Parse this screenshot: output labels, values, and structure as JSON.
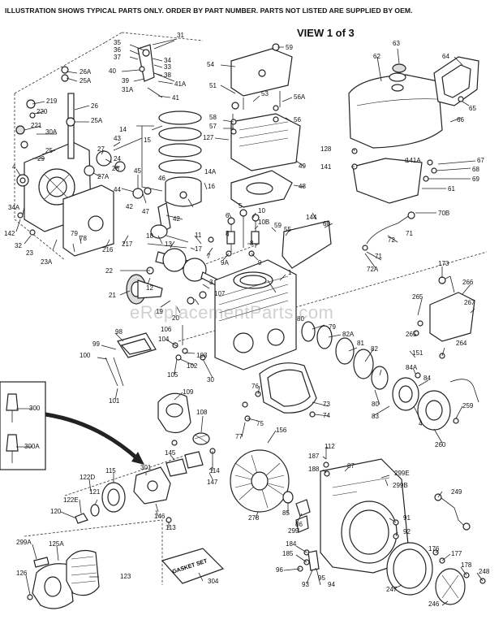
{
  "header": {
    "note": "ILLUSTRATION SHOWS TYPICAL PARTS ONLY. ORDER BY PART NUMBER. PARTS NOT LISTED ARE SUPPLIED BY OEM.",
    "view": "VIEW 1 of 3"
  },
  "watermark": "eReplacementParts.com",
  "gasket_set_label": "GASKET SET",
  "callouts": [
    {
      "id": "c31",
      "text": "31"
    },
    {
      "id": "c35",
      "text": "35"
    },
    {
      "id": "c36",
      "text": "36"
    },
    {
      "id": "c37",
      "text": "37"
    },
    {
      "id": "c34",
      "text": "34"
    },
    {
      "id": "c33",
      "text": "33"
    },
    {
      "id": "c40",
      "text": "40"
    },
    {
      "id": "c38",
      "text": "38"
    },
    {
      "id": "c39",
      "text": "39"
    },
    {
      "id": "c41A",
      "text": "41A"
    },
    {
      "id": "c31A",
      "text": "31A"
    },
    {
      "id": "c41",
      "text": "41"
    },
    {
      "id": "c26A",
      "text": "26A"
    },
    {
      "id": "c25A",
      "text": "25A"
    },
    {
      "id": "c219",
      "text": "219"
    },
    {
      "id": "c220",
      "text": "220"
    },
    {
      "id": "c26",
      "text": "26"
    },
    {
      "id": "c25Ab",
      "text": "25A"
    },
    {
      "id": "c221",
      "text": "221"
    },
    {
      "id": "c30A",
      "text": "30A"
    },
    {
      "id": "c25",
      "text": "25"
    },
    {
      "id": "c29",
      "text": "29"
    },
    {
      "id": "c27",
      "text": "27"
    },
    {
      "id": "c43",
      "text": "43"
    },
    {
      "id": "c24",
      "text": "24"
    },
    {
      "id": "c28",
      "text": "28"
    },
    {
      "id": "c27A",
      "text": "27A"
    },
    {
      "id": "c4",
      "text": "4"
    },
    {
      "id": "c45",
      "text": "45"
    },
    {
      "id": "c44",
      "text": "44"
    },
    {
      "id": "c46",
      "text": "46"
    },
    {
      "id": "c47",
      "text": "47"
    },
    {
      "id": "c42",
      "text": "42"
    },
    {
      "id": "c34A",
      "text": "34A"
    },
    {
      "id": "c142",
      "text": "142"
    },
    {
      "id": "c32",
      "text": "32"
    },
    {
      "id": "c23",
      "text": "23"
    },
    {
      "id": "c79",
      "text": "79"
    },
    {
      "id": "c78",
      "text": "78"
    },
    {
      "id": "c23A",
      "text": "23A"
    },
    {
      "id": "c216",
      "text": "216"
    },
    {
      "id": "c217",
      "text": "217"
    },
    {
      "id": "c14",
      "text": "14"
    },
    {
      "id": "c15",
      "text": "15"
    },
    {
      "id": "c14A",
      "text": "14A"
    },
    {
      "id": "c16",
      "text": "16"
    },
    {
      "id": "c42b",
      "text": "42"
    },
    {
      "id": "c18",
      "text": "18"
    },
    {
      "id": "c13",
      "text": "13"
    },
    {
      "id": "c11",
      "text": "11"
    },
    {
      "id": "c17",
      "text": "17"
    },
    {
      "id": "c7",
      "text": "7"
    },
    {
      "id": "c22",
      "text": "22"
    },
    {
      "id": "c12",
      "text": "12"
    },
    {
      "id": "c21",
      "text": "21"
    },
    {
      "id": "c19",
      "text": "19"
    },
    {
      "id": "c20",
      "text": "20"
    },
    {
      "id": "c106",
      "text": "106"
    },
    {
      "id": "c3",
      "text": "3"
    },
    {
      "id": "c107",
      "text": "107"
    },
    {
      "id": "c1",
      "text": "1"
    },
    {
      "id": "c59",
      "text": "59"
    },
    {
      "id": "c54",
      "text": "54"
    },
    {
      "id": "c51",
      "text": "51"
    },
    {
      "id": "c53",
      "text": "53"
    },
    {
      "id": "c56A",
      "text": "56A"
    },
    {
      "id": "c58",
      "text": "58"
    },
    {
      "id": "c57",
      "text": "57"
    },
    {
      "id": "c127",
      "text": "127"
    },
    {
      "id": "c56",
      "text": "56"
    },
    {
      "id": "c49",
      "text": "49"
    },
    {
      "id": "c48",
      "text": "48"
    },
    {
      "id": "c6",
      "text": "6"
    },
    {
      "id": "c5",
      "text": "5"
    },
    {
      "id": "c10",
      "text": "10"
    },
    {
      "id": "c10B",
      "text": "10B"
    },
    {
      "id": "c8",
      "text": "8"
    },
    {
      "id": "c59b",
      "text": "59"
    },
    {
      "id": "c55",
      "text": "55"
    },
    {
      "id": "c144",
      "text": "144"
    },
    {
      "id": "c60",
      "text": "60"
    },
    {
      "id": "c8b",
      "text": "8"
    },
    {
      "id": "c9A",
      "text": "9A"
    },
    {
      "id": "c9",
      "text": "9"
    },
    {
      "id": "c63",
      "text": "63"
    },
    {
      "id": "c62",
      "text": "62"
    },
    {
      "id": "c64",
      "text": "64"
    },
    {
      "id": "c65",
      "text": "65"
    },
    {
      "id": "c66",
      "text": "66"
    },
    {
      "id": "c128",
      "text": "128"
    },
    {
      "id": "c141",
      "text": "141"
    },
    {
      "id": "c141A",
      "text": "141A"
    },
    {
      "id": "c67",
      "text": "67"
    },
    {
      "id": "c68",
      "text": "68"
    },
    {
      "id": "c69",
      "text": "69"
    },
    {
      "id": "c61",
      "text": "61"
    },
    {
      "id": "c70B",
      "text": "70B"
    },
    {
      "id": "c72",
      "text": "72"
    },
    {
      "id": "c71",
      "text": "71"
    },
    {
      "id": "c71b",
      "text": "71"
    },
    {
      "id": "c72A",
      "text": "72A"
    },
    {
      "id": "c173",
      "text": "173"
    },
    {
      "id": "c266",
      "text": "266"
    },
    {
      "id": "c265",
      "text": "265"
    },
    {
      "id": "c267",
      "text": "267"
    },
    {
      "id": "c98",
      "text": "98"
    },
    {
      "id": "c99",
      "text": "99"
    },
    {
      "id": "c100",
      "text": "100"
    },
    {
      "id": "c101",
      "text": "101"
    },
    {
      "id": "c104",
      "text": "104"
    },
    {
      "id": "c103",
      "text": "103"
    },
    {
      "id": "c102",
      "text": "102"
    },
    {
      "id": "c105",
      "text": "105"
    },
    {
      "id": "c30",
      "text": "30"
    },
    {
      "id": "c80",
      "text": "80"
    },
    {
      "id": "c79b",
      "text": "79"
    },
    {
      "id": "c82A",
      "text": "82A"
    },
    {
      "id": "c81",
      "text": "81"
    },
    {
      "id": "c82",
      "text": "82"
    },
    {
      "id": "c265b",
      "text": "265"
    },
    {
      "id": "c151",
      "text": "151"
    },
    {
      "id": "c264",
      "text": "264"
    },
    {
      "id": "c84A",
      "text": "84A"
    },
    {
      "id": "c84",
      "text": "84"
    },
    {
      "id": "c80b",
      "text": "80"
    },
    {
      "id": "c83",
      "text": "83"
    },
    {
      "id": "c4b",
      "text": "4"
    },
    {
      "id": "c259",
      "text": "259"
    },
    {
      "id": "c260",
      "text": "260"
    },
    {
      "id": "c76",
      "text": "76"
    },
    {
      "id": "c73",
      "text": "73"
    },
    {
      "id": "c74",
      "text": "74"
    },
    {
      "id": "c75",
      "text": "75"
    },
    {
      "id": "c77",
      "text": "77"
    },
    {
      "id": "c300",
      "text": "300"
    },
    {
      "id": "c300A",
      "text": "300A"
    },
    {
      "id": "c109",
      "text": "109"
    },
    {
      "id": "c108",
      "text": "108"
    },
    {
      "id": "c156",
      "text": "156"
    },
    {
      "id": "c145",
      "text": "145"
    },
    {
      "id": "c147",
      "text": "147"
    },
    {
      "id": "c114",
      "text": "114"
    },
    {
      "id": "c301",
      "text": "301"
    },
    {
      "id": "c115",
      "text": "115"
    },
    {
      "id": "c122D",
      "text": "122D"
    },
    {
      "id": "c121",
      "text": "121"
    },
    {
      "id": "c122E",
      "text": "122E"
    },
    {
      "id": "c120",
      "text": "120"
    },
    {
      "id": "c146",
      "text": "146"
    },
    {
      "id": "c113",
      "text": "113"
    },
    {
      "id": "c278",
      "text": "278"
    },
    {
      "id": "c85",
      "text": "85"
    },
    {
      "id": "c86",
      "text": "86"
    },
    {
      "id": "c187",
      "text": "187"
    },
    {
      "id": "c188",
      "text": "188"
    },
    {
      "id": "c112",
      "text": "112"
    },
    {
      "id": "c87",
      "text": "87"
    },
    {
      "id": "c299E",
      "text": "299E"
    },
    {
      "id": "c299B",
      "text": "299B"
    },
    {
      "id": "c249",
      "text": "249"
    },
    {
      "id": "c299",
      "text": "299"
    },
    {
      "id": "c91",
      "text": "91"
    },
    {
      "id": "c92",
      "text": "92"
    },
    {
      "id": "c184",
      "text": "184"
    },
    {
      "id": "c185",
      "text": "185"
    },
    {
      "id": "c96",
      "text": "96"
    },
    {
      "id": "c93",
      "text": "93"
    },
    {
      "id": "c95",
      "text": "95"
    },
    {
      "id": "c94",
      "text": "94"
    },
    {
      "id": "c247",
      "text": "247"
    },
    {
      "id": "c176",
      "text": "176"
    },
    {
      "id": "c177",
      "text": "177"
    },
    {
      "id": "c178",
      "text": "178"
    },
    {
      "id": "c248",
      "text": "248"
    },
    {
      "id": "c246",
      "text": "246"
    },
    {
      "id": "c299A",
      "text": "299A"
    },
    {
      "id": "c125A",
      "text": "125A"
    },
    {
      "id": "c126",
      "text": "126"
    },
    {
      "id": "c123",
      "text": "123"
    },
    {
      "id": "c304",
      "text": "304"
    }
  ]
}
